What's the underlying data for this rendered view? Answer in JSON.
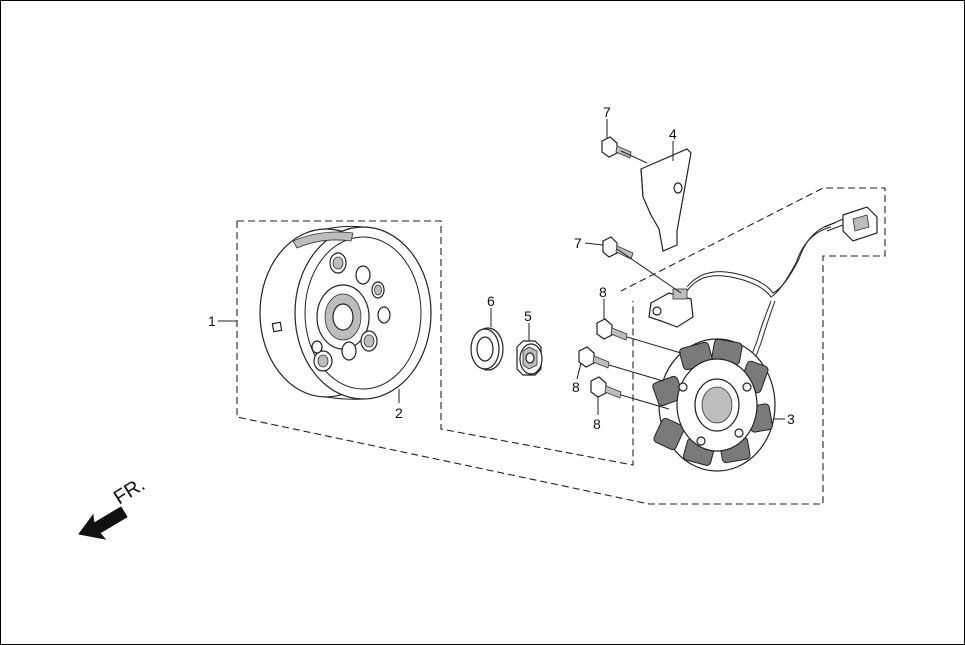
{
  "diagram": {
    "direction_label": "FR.",
    "callouts": [
      {
        "id": "callout-1",
        "text": "1"
      },
      {
        "id": "callout-2",
        "text": "2"
      },
      {
        "id": "callout-3",
        "text": "3"
      },
      {
        "id": "callout-4",
        "text": "4"
      },
      {
        "id": "callout-5",
        "text": "5"
      },
      {
        "id": "callout-6",
        "text": "6"
      },
      {
        "id": "callout-7a",
        "text": "7"
      },
      {
        "id": "callout-7b",
        "text": "7"
      },
      {
        "id": "callout-8a",
        "text": "8"
      },
      {
        "id": "callout-8b",
        "text": "8"
      },
      {
        "id": "callout-8c",
        "text": "8"
      }
    ],
    "parts": [
      {
        "name": "flywheel",
        "callout": "2"
      },
      {
        "name": "stator",
        "callout": "3"
      },
      {
        "name": "wire-clamp",
        "callout": "4"
      },
      {
        "name": "nut",
        "callout": "5"
      },
      {
        "name": "washer",
        "callout": "6"
      },
      {
        "name": "bolt",
        "callout": "7"
      },
      {
        "name": "bolt",
        "callout": "8"
      }
    ]
  }
}
